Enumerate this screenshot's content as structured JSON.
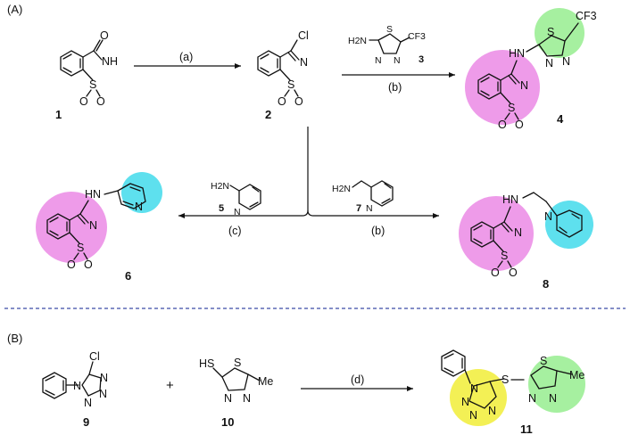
{
  "panels": {
    "a": "(A)",
    "b": "(B)"
  },
  "conditions": {
    "a": "(a)",
    "b1": "(b)",
    "b2": "(b)",
    "c": "(c)",
    "d": "(d)"
  },
  "compounds": {
    "c1": "1",
    "c2": "2",
    "c3": "3",
    "c4": "4",
    "c5": "5",
    "c6": "6",
    "c7": "7",
    "c8": "8",
    "c9": "9",
    "c10": "10",
    "c11": "11"
  },
  "atoms": {
    "O": "O",
    "N": "N",
    "S": "S",
    "NH": "NH",
    "HN": "HN",
    "Cl": "Cl",
    "H2N": "H2N",
    "CF3": "CF3",
    "HS": "HS",
    "Me": "Me"
  },
  "highlight_colors": {
    "benzisothiazole": "#ee9be9",
    "thiadiazole": "#a6f0a0",
    "pyridine": "#5ee0ee",
    "tetrazole": "#f3f055"
  },
  "divider_color": "#3b4aa8",
  "operator_plus": "+"
}
